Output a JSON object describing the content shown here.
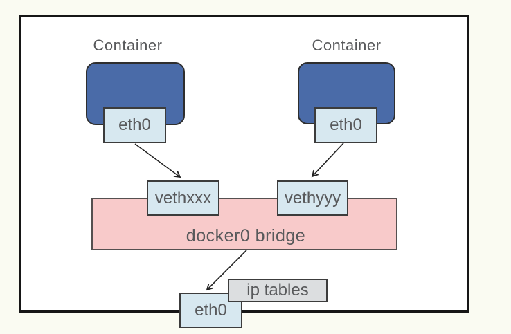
{
  "diagram": {
    "containers": [
      {
        "label": "Container",
        "interface_label": "eth0",
        "veth_label": "vethxxx"
      },
      {
        "label": "Container",
        "interface_label": "eth0",
        "veth_label": "vethyyy"
      }
    ],
    "bridge_label": "docker0 bridge",
    "host": {
      "interface_label": "eth0",
      "iptables_label": "ip tables"
    },
    "colors": {
      "page_background": "#fafbf2",
      "host_box_background": "#ffffff",
      "host_box_border": "#161616",
      "container_fill": "#4a6ba8",
      "interface_fill": "#d7e8f0",
      "bridge_fill": "#f8caca",
      "iptables_fill": "#dcdee0",
      "box_border": "#3c3c3c",
      "text": "#58595b",
      "arrow": "#222222"
    }
  }
}
